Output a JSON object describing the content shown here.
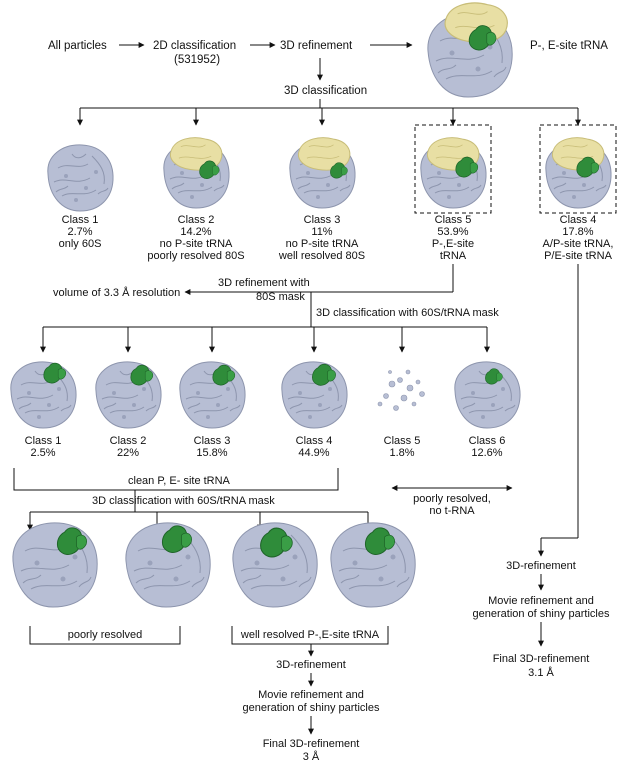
{
  "colors": {
    "ribosome": "#b7bed4",
    "ribosome_shade": "#8d95ad",
    "trna_green": "#2f8c3a",
    "trna_yellow": "#e8dfa4",
    "line": "#111111",
    "background": "#ffffff"
  },
  "top": {
    "all_particles": "All particles",
    "classification_2d": "2D classification",
    "classification_2d_count": "(531952)",
    "refinement_3d": "3D refinement",
    "pe_site_trna": "P-, E-site tRNA",
    "classification_3d": "3D classification"
  },
  "round1": {
    "class1": [
      "Class 1",
      "2.7%",
      "only 60S"
    ],
    "class2": [
      "Class 2",
      "14.2%",
      "no P-site tRNA",
      "poorly resolved 80S"
    ],
    "class3": [
      "Class 3",
      "11%",
      "no P-site tRNA",
      "well resolved 80S"
    ],
    "class5": [
      "Class 5",
      "53.9%",
      "P-,E-site",
      "tRNA"
    ],
    "class4": [
      "Class 4",
      "17.8%",
      "A/P-site tRNA,",
      "P/E-site tRNA"
    ]
  },
  "mid": {
    "volume_resolution": "volume of 3.3 Å resolution",
    "refinement_80s_line1": "3D  refinement with",
    "refinement_80s_line2": "80S mask",
    "classification_60s_trna": "3D classification with 60S/tRNA mask"
  },
  "round2": {
    "class1": [
      "Class 1",
      "2.5%"
    ],
    "class2": [
      "Class 2",
      "22%"
    ],
    "class3": [
      "Class 3",
      "15.8%"
    ],
    "class4": [
      "Class 4",
      "44.9%"
    ],
    "class5": [
      "Class 5",
      "1.8%"
    ],
    "class6": [
      "Class 6",
      "12.6%"
    ]
  },
  "lower": {
    "clean_pe_site": "clean P, E- site tRNA",
    "classification_60s_trna": "3D classification with 60S/tRNA mask",
    "poorly_resolved_no_trna_1": "poorly resolved,",
    "poorly_resolved_no_trna_2": "no t-RNA",
    "poorly_resolved": "poorly resolved",
    "well_resolved_pe": "well resolved P-,E-site tRNA",
    "refinement_3d": "3D-refinement",
    "movie_refinement_1": "Movie refinement and",
    "movie_refinement_2": "generation of shiny particles",
    "final_refinement": "Final 3D-refinement",
    "final_resolution": "3 Å"
  },
  "right": {
    "refinement_3d": "3D-refinement",
    "movie_refinement_1": "Movie refinement and",
    "movie_refinement_2": "generation of shiny particles",
    "final_refinement": "Final 3D-refinement",
    "final_resolution": "3.1 Å"
  }
}
